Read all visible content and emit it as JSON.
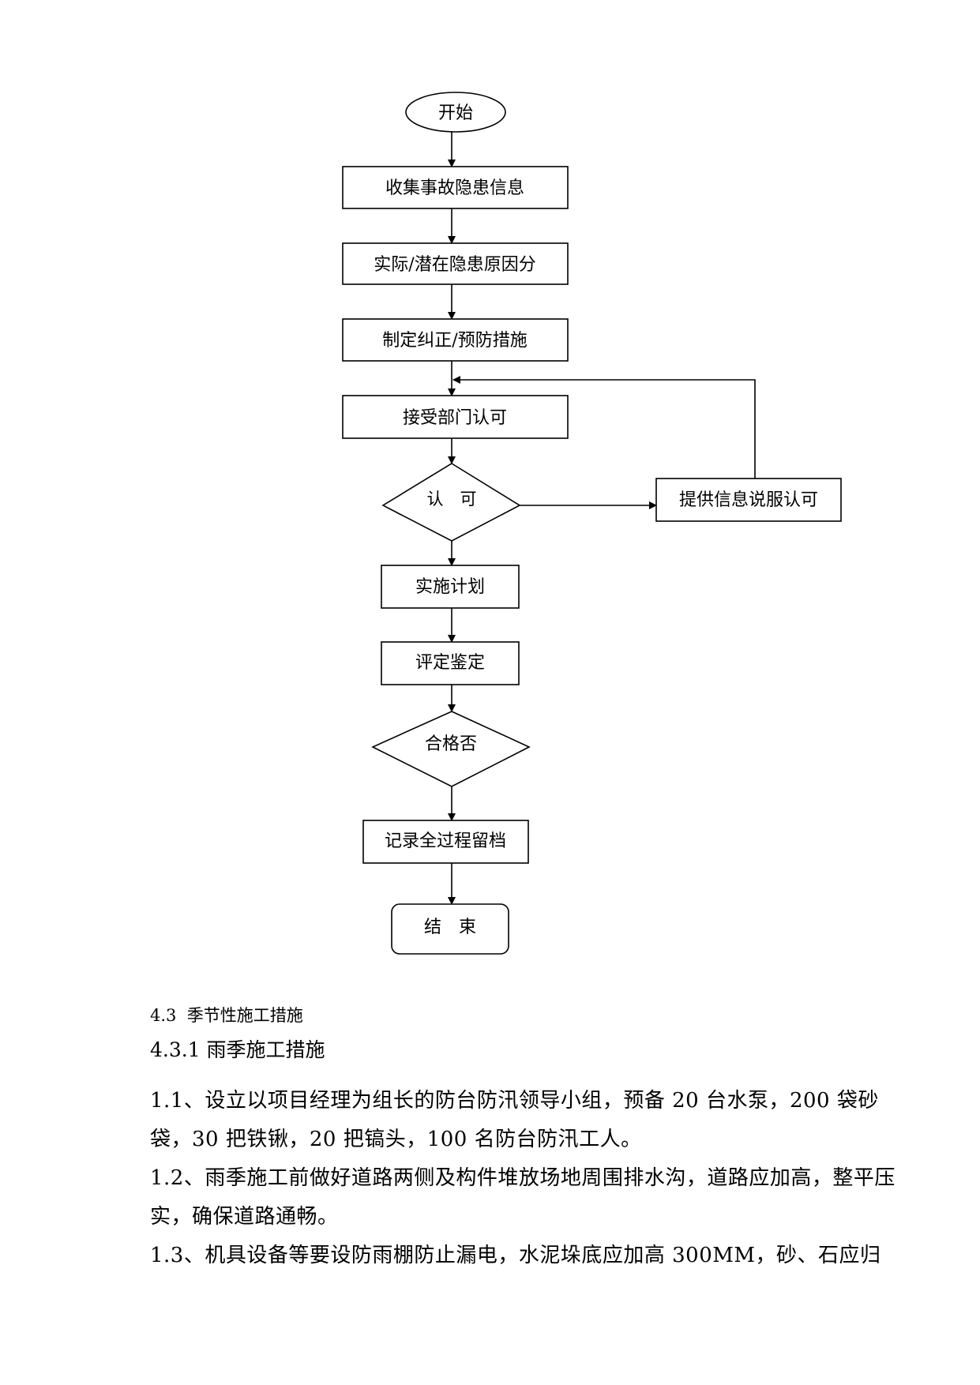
{
  "flowchart": {
    "start": "开始",
    "collect_info": "收集事故隐患信息",
    "cause_analysis": "实际/潜在隐患原因分",
    "make_measures": "制定纠正/预防措施",
    "dept_accept": "接受部门认可",
    "approve": "认　可",
    "persuade": "提供信息说服认可",
    "implement": "实施计划",
    "evaluate": "评定鉴定",
    "qualified": "合格否",
    "record": "记录全过程留档",
    "end": "结　束"
  },
  "section": {
    "heading": "4.3  季节性施工措施",
    "subheading": "4.3.1 雨季施工措施"
  },
  "paragraphs": {
    "p1": "1.1、设立以项目经理为组长的防台防汛领导小组，预备 20 台水泵，200 袋砂袋，30 把铁锹，20 把镐头，100 名防台防汛工人。",
    "p2": "1.2、雨季施工前做好道路两侧及构件堆放场地周围排水沟，道路应加高，整平压实，确保道路通畅。",
    "p3": "1.3、机具设备等要设防雨棚防止漏电，水泥垛底应加高 300MM，砂、石应归"
  }
}
